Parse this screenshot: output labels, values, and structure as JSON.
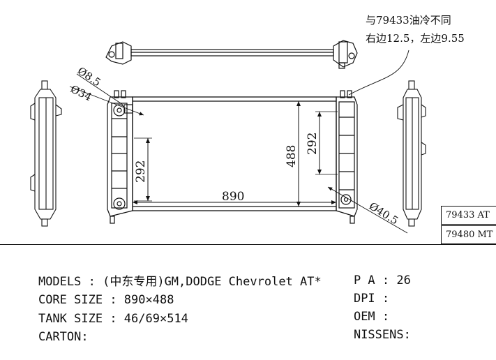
{
  "note": {
    "line1": "与79433油冷不同",
    "line2": "右边12.5，左边9.55"
  },
  "dimensions": {
    "width": "890",
    "height": "488",
    "left_span": "292",
    "right_span": "292",
    "d_small": "Ø8.5",
    "d_mid": "Ø34",
    "d_big": "Ø40.5"
  },
  "part_numbers": [
    "79433 AT",
    "79480 MT"
  ],
  "specs": {
    "models_label": "MODELS",
    "models_value": "(中东专用)GM,DODGE Chevrolet AT*",
    "core_label": "CORE SIZE",
    "core_value": "890×488",
    "tank_label": "TANK SIZE",
    "tank_value": "46/69×514",
    "carton_label": "CARTON:",
    "pa_label": "P A",
    "pa_value": "26",
    "dpi_label": "DPI",
    "dpi_value": "",
    "oem_label": "OEM",
    "oem_value": "",
    "nissens_label": "NISSENS:",
    "nissens_value": ""
  }
}
